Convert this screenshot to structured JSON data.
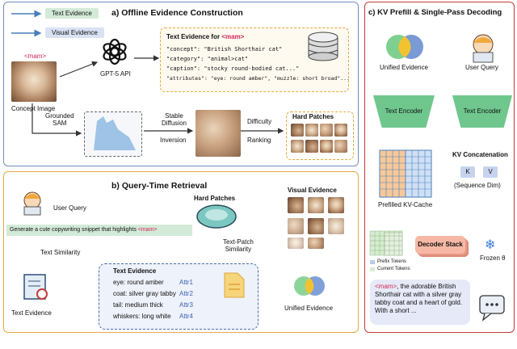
{
  "legend": {
    "text": "Text Evidence",
    "visual": "Visual Evidence"
  },
  "panel_a": {
    "title": "a) Offline Evidence Construction",
    "mam_tag": "<mam>",
    "concept_image": "Concept Image",
    "gpt_api": "GPT-5 API",
    "text_evidence_header": "Text Evidence for ",
    "evidence_lines": [
      "\"concept\": \"British Shorthair cat\"",
      "\"category\": \"animal>cat\"",
      "\"caption\": \"stocky round-bodied cat...\"",
      "\"attributes\": \"eye: round amber\", \"muzzle: short broad\"..."
    ],
    "grounded_sam": "Grounded\nSAM",
    "stable_diffusion": "Stable\nDiffusion",
    "inversion": "Inversion",
    "difficulty": "Difficulty",
    "ranking": "Ranking",
    "hard_patches": "Hard Patches"
  },
  "panel_b": {
    "title": "b) Query-Time Retrieval",
    "user_query": "User Query",
    "query_text": "Generate a cute copywriting snippet that highlights ",
    "query_tag": "<mam>",
    "hard_patches": "Hard Patches",
    "text_patch_similarity": "Text-Patch\nSimilarity",
    "visual_evidence": "Visual Evidence",
    "text_similarity": "Text Similarity",
    "text_evidence": "Text Evidence",
    "evidence_box_title": "Text Evidence",
    "attrs": [
      {
        "text": "eye: round amber",
        "attr": "Attr1"
      },
      {
        "text": "coat: silver gray tabby",
        "attr": "Attr2"
      },
      {
        "text": "tail: medium thick",
        "attr": "Attr3"
      },
      {
        "text": "whiskers: long white",
        "attr": "Attr4"
      }
    ],
    "unified_evidence": "Unified Evidence"
  },
  "panel_c": {
    "title": "c) KV Prefill & Single-Pass Decoding",
    "unified_evidence": "Unified Evidence",
    "user_query": "User Query",
    "text_encoder_1": "Text Encoder",
    "text_encoder_2": "Text Encoder",
    "kv_concat": "KV Concatenation",
    "k": "K",
    "v": "V",
    "seq_dim": "(Sequence Dim)",
    "prefilled": "Prefilled KV-Cache",
    "decoder": "Decoder Stack",
    "frozen": "Frozen θ",
    "prefix_tokens": "Prefix Tokens",
    "current_tokens": "Current Tokens",
    "output_tag": "<mam>",
    "output_text": ", the adorable British Shorthair cat with a silver gray tabby coat and a heart of gold. With a short ..."
  },
  "colors": {
    "green": "#6fc78d",
    "blue": "#4a6fa5",
    "orange": "#e1a94a",
    "red": "#c43b3b",
    "pink": "#d2245a"
  }
}
